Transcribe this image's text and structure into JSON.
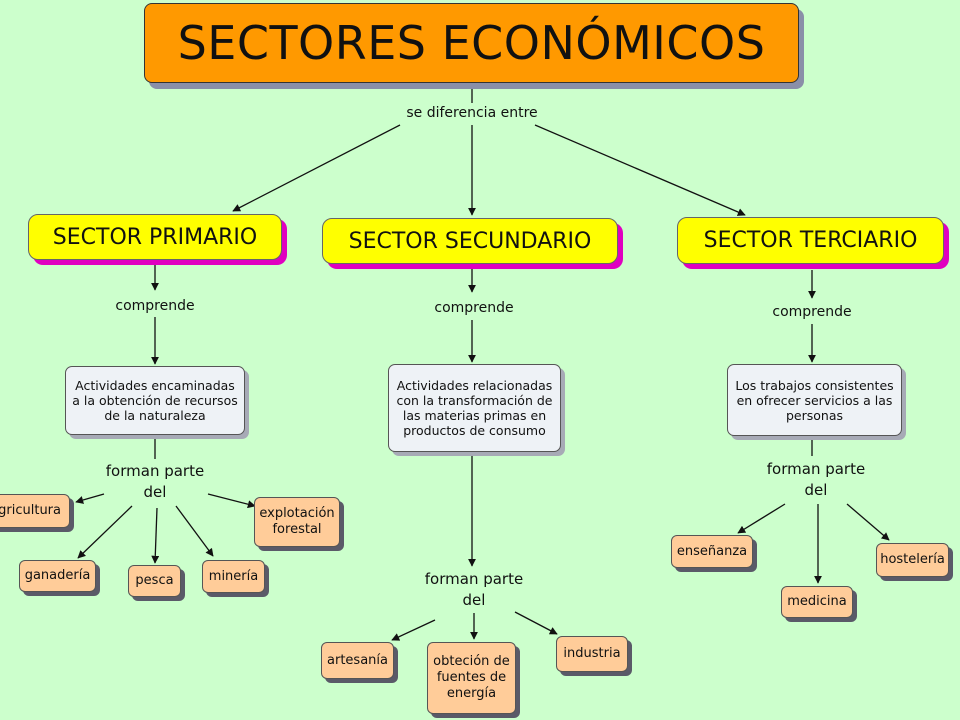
{
  "title": "SECTORES ECONÓMICOS",
  "root_link": "se diferencia entre",
  "sectors": [
    {
      "name": "SECTOR PRIMARIO",
      "link": "comprende",
      "description": "Actividades encaminadas a la obtención de recursos de la naturaleza",
      "sublink": [
        "forman parte",
        "del"
      ],
      "items": [
        "agricultura",
        "ganadería",
        "pesca",
        "minería",
        "explotación forestal"
      ]
    },
    {
      "name": "SECTOR SECUNDARIO",
      "link": "comprende",
      "description": "Actividades relacionadas con la transformación de las materias primas en productos de consumo",
      "sublink": [
        "forman parte",
        "del"
      ],
      "items": [
        "artesanía",
        "obteción de fuentes de energía",
        "industria"
      ]
    },
    {
      "name": "SECTOR TERCIARIO",
      "link": "comprende",
      "description": "Los trabajos consistentes en ofrecer servicios a las personas",
      "sublink": [
        "forman parte",
        "del"
      ],
      "items": [
        "enseñanza",
        "medicina",
        "hostelería"
      ]
    }
  ]
}
